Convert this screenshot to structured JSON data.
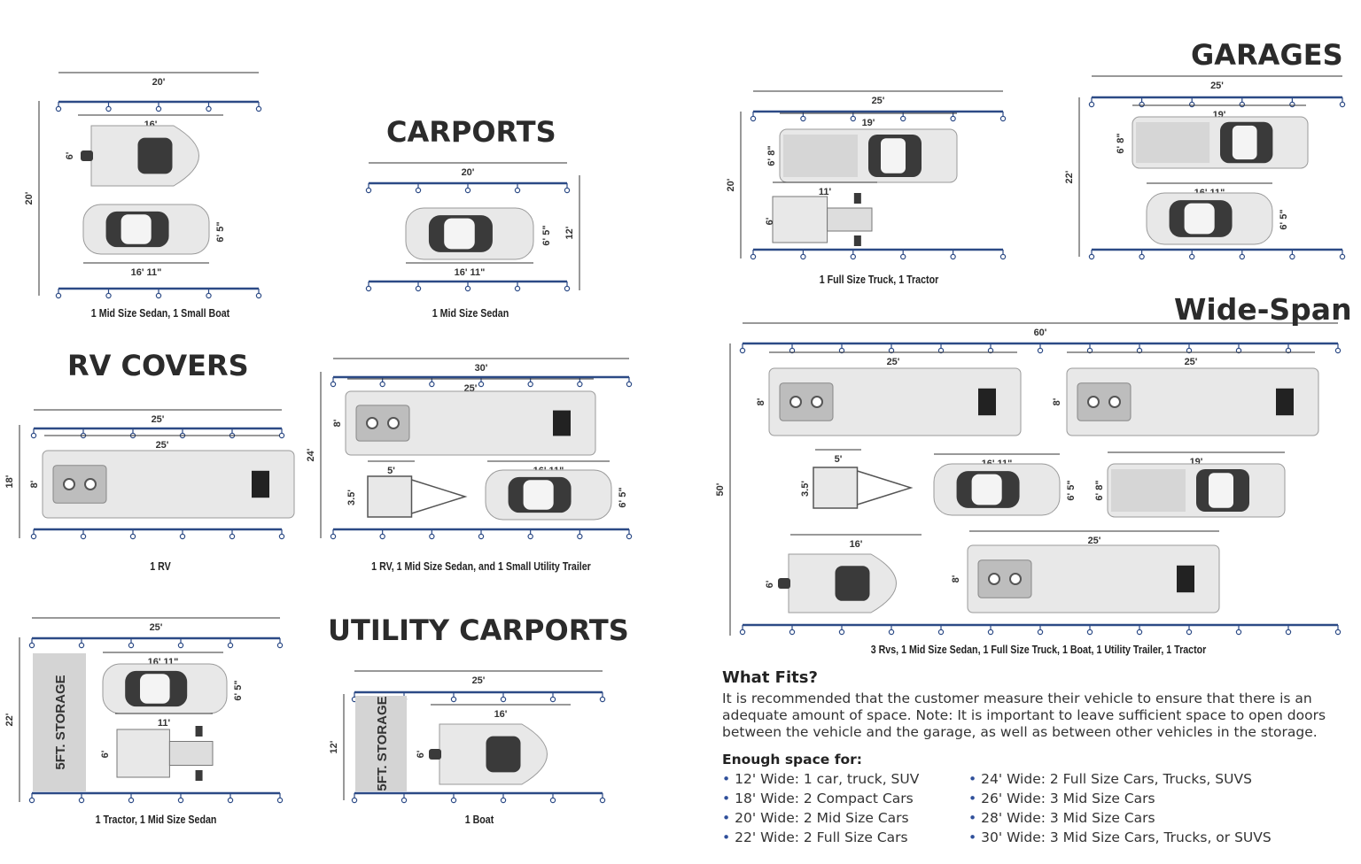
{
  "titles": {
    "carports": "CARPORTS",
    "rv_covers": "RV COVERS",
    "utility_carports": "UTILITY CARPORTS",
    "garages": "GARAGES",
    "wide_span": "Wide-Span"
  },
  "captions": {
    "p1": "1 Mid Size Sedan, 1 Small Boat",
    "p2": "1 Mid Size Sedan",
    "p3": "1 RV",
    "p4": "1 RV, 1 Mid Size Sedan, and 1 Small Utility Trailer",
    "p5": "1 Tractor, 1 Mid Size Sedan",
    "p6": "1 Boat",
    "p7": "1 Full Size Truck, 1 Tractor",
    "p9": "3 Rvs, 1 Mid Size Sedan, 1 Full Size Truck, 1 Boat, 1 Utility Trailer, 1 Tractor"
  },
  "storage_label": "5FT. STORAGE",
  "dims": {
    "p1": {
      "w": "20'",
      "h": "20'",
      "boat_len": "16'",
      "boat_w": "6'",
      "car_len": "16' 11\"",
      "car_w": "6' 5\""
    },
    "p2": {
      "w": "20'",
      "h": "12'",
      "car_len": "16' 11\"",
      "car_w": "6' 5\""
    },
    "p3": {
      "w": "25'",
      "h": "18'",
      "rv_len": "25'",
      "rv_w": "8'"
    },
    "p4": {
      "w": "30'",
      "h": "24'",
      "rv_len": "25'",
      "rv_w": "8'",
      "tr_len": "5'",
      "tr_w": "3.5'",
      "car_len": "16' 11\"",
      "car_w": "6' 5\""
    },
    "p5": {
      "w": "25'",
      "h": "22'",
      "car_len": "16' 11\"",
      "car_w": "6' 5\"",
      "tc_len": "11'",
      "tc_w": "6'"
    },
    "p6": {
      "w": "25'",
      "h": "12'",
      "boat_len": "16'",
      "boat_w": "6'"
    },
    "p7": {
      "w": "25'",
      "h": "20'",
      "truck_len": "19'",
      "truck_w": "6' 8\"",
      "tc_len": "11'",
      "tc_w": "6'"
    },
    "p8": {
      "w": "25'",
      "h": "22'",
      "truck_len": "19'",
      "truck_w": "6' 8\"",
      "car_len": "16' 11\"",
      "car_w": "6' 5\""
    },
    "p9": {
      "w": "60'",
      "h": "50'",
      "rv_len": "25'",
      "rv_w": "8'",
      "tr_len": "5'",
      "tr_w": "3.5'",
      "car_len": "16' 11\"",
      "car_w": "6' 5\"",
      "truck_len": "19'",
      "truck_w": "6' 8\"",
      "boat_len": "16'",
      "boat_w": "6'"
    }
  },
  "what_fits": {
    "heading": "What Fits?",
    "text": "It is recommended that the customer measure their vehicle to ensure that there is an adequate amount of space. Note: It is important to leave sufficient space to open doors between the vehicle and the garage, as well as between other vehicles in the storage.",
    "space_heading": "Enough space for:",
    "left": [
      "12' Wide: 1 car, truck, SUV",
      "18' Wide: 2 Compact Cars",
      "20' Wide: 2 Mid Size Cars",
      "22' Wide: 2 Full Size Cars"
    ],
    "right": [
      "24' Wide: 2 Full Size Cars, Trucks, SUVS",
      "26' Wide: 3 Mid Size Cars",
      "28' Wide: 3 Mid Size Cars",
      "30' Wide: 3 Mid Size Cars, Trucks, or SUVS"
    ]
  },
  "colors": {
    "frame": "#2c4a86",
    "dim": "#333333",
    "vehicle": "#e8e8e8",
    "dark": "#3a3a3a",
    "storage": "#d4d4d4"
  }
}
